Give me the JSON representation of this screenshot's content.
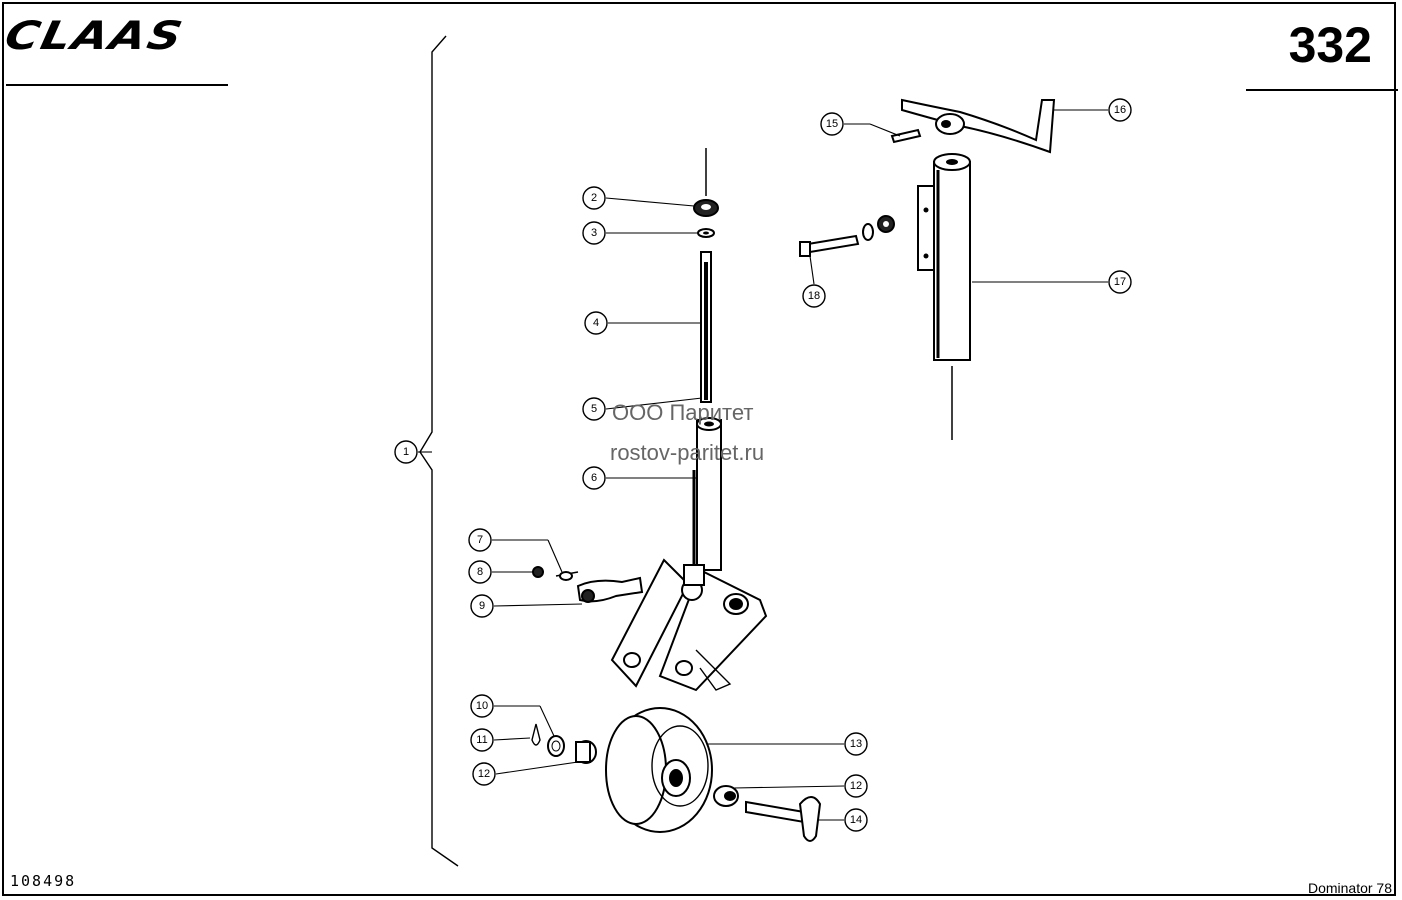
{
  "header": {
    "brand_logo_text": "CLAAS",
    "page_number": "332"
  },
  "footer": {
    "drawing_id": "108498",
    "model": "Dominator 78"
  },
  "watermark": {
    "line1": "ООО Паритет",
    "line2": "rostov-paritet.ru"
  },
  "callouts": [
    {
      "label": "1",
      "part": "assembly-bracket"
    },
    {
      "label": "2",
      "part": "nut"
    },
    {
      "label": "3",
      "part": "washer"
    },
    {
      "label": "4",
      "part": "threaded-spindle"
    },
    {
      "label": "5",
      "part": "spindle-end"
    },
    {
      "label": "6",
      "part": "tube"
    },
    {
      "label": "7",
      "part": "bolt"
    },
    {
      "label": "8",
      "part": "nut"
    },
    {
      "label": "9",
      "part": "clamp-lever"
    },
    {
      "label": "10",
      "part": "washer"
    },
    {
      "label": "11",
      "part": "split-pin"
    },
    {
      "label": "12",
      "part": "bushing"
    },
    {
      "label": "12",
      "part": "bushing"
    },
    {
      "label": "13",
      "part": "wheel"
    },
    {
      "label": "14",
      "part": "axle-pin"
    },
    {
      "label": "15",
      "part": "pin"
    },
    {
      "label": "16",
      "part": "crank-handle"
    },
    {
      "label": "17",
      "part": "outer-tube"
    },
    {
      "label": "18",
      "part": "bolt"
    }
  ],
  "colors": {
    "ink": "#000000",
    "paper": "#ffffff",
    "watermark": "#666666"
  }
}
